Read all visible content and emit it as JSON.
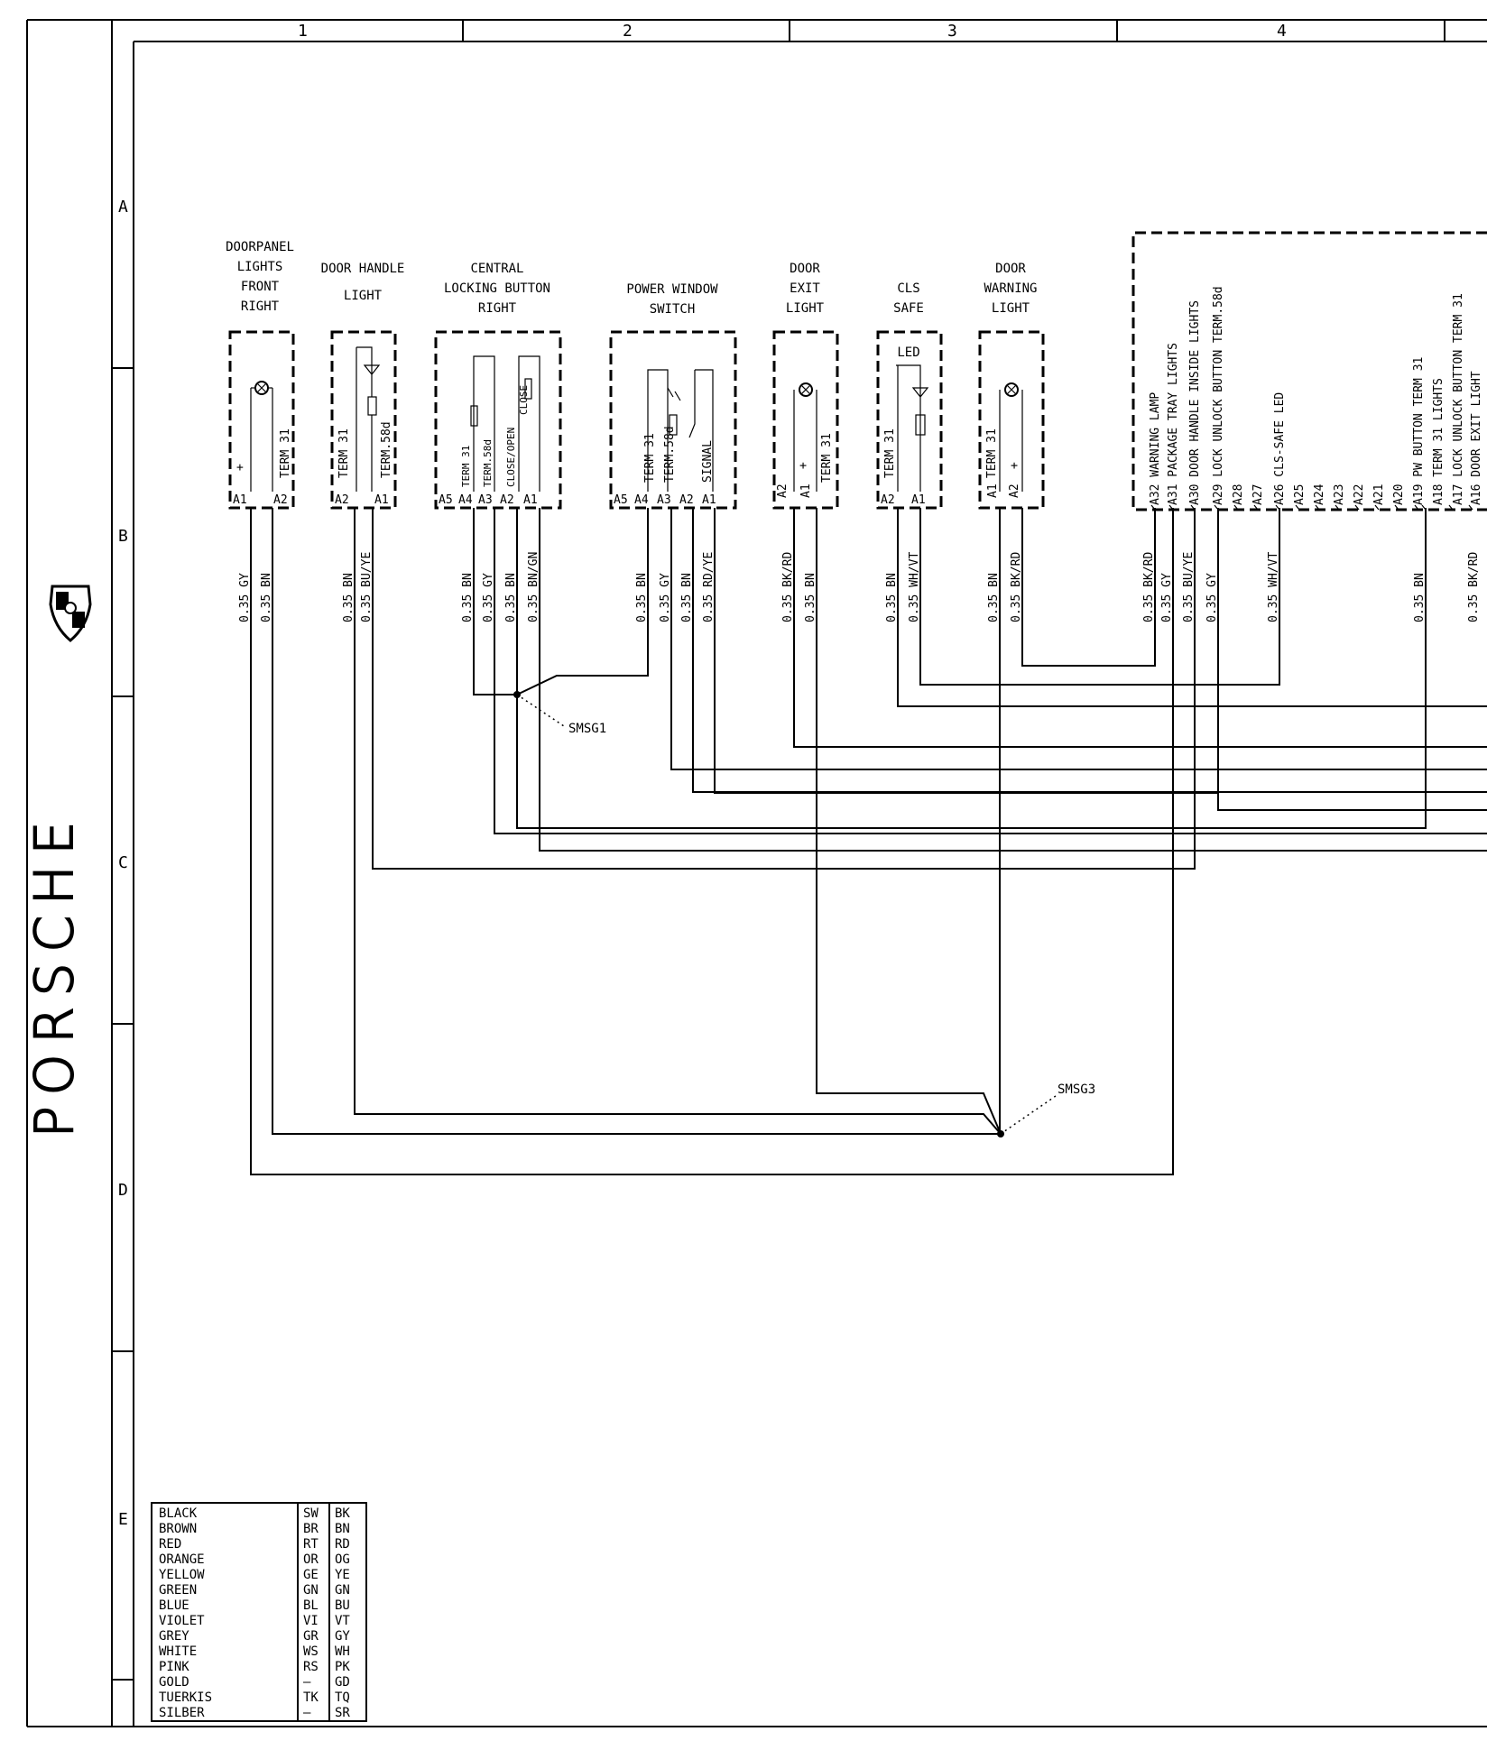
{
  "grid": {
    "columns": [
      "1",
      "2",
      "3",
      "4"
    ],
    "rows": [
      "A",
      "B",
      "C",
      "D",
      "E"
    ]
  },
  "brand": {
    "wordmark": "PORSCHE",
    "crest": "porsche-crest"
  },
  "components": [
    {
      "title": [
        "DOORPANEL",
        "LIGHTS",
        "FRONT",
        "RIGHT"
      ],
      "pins": [
        "A1",
        "A2"
      ],
      "terms": [
        "+",
        "TERM 31"
      ]
    },
    {
      "title": [
        "DOOR HANDLE",
        "",
        "LIGHT"
      ],
      "pins": [
        "A2",
        "A1"
      ],
      "terms": [
        "TERM 31",
        "TERM.58d"
      ]
    },
    {
      "title": [
        "CENTRAL",
        "LOCKING BUTTON",
        "RIGHT"
      ],
      "pins": [
        "A5",
        "A4",
        "A3",
        "A2",
        "A1"
      ],
      "terms": [
        "TERM 31",
        "TERM.58d",
        "CLOSE/OPEN",
        "CLOSE"
      ]
    },
    {
      "title": [
        "POWER WINDOW",
        "SWITCH"
      ],
      "pins": [
        "A5",
        "A4",
        "A3",
        "A2",
        "A1"
      ],
      "terms": [
        "TERM 31",
        "TERM.58d",
        "SIGNAL"
      ]
    },
    {
      "title": [
        "DOOR",
        "EXIT",
        "LIGHT"
      ],
      "pins": [
        "A2",
        "A1"
      ],
      "terms": [
        "+",
        "TERM 31"
      ]
    },
    {
      "title": [
        "CLS",
        "SAFE"
      ],
      "pins": [
        "A2",
        "A1"
      ],
      "terms": [
        "TERM 31"
      ],
      "inner": "LED"
    },
    {
      "title": [
        "DOOR",
        "WARNING",
        "LIGHT"
      ],
      "pins": [
        "A1",
        "A2"
      ],
      "terms": [
        "TERM 31",
        "+"
      ]
    }
  ],
  "control_unit_pins": [
    {
      "pin": "A32",
      "label": "WARNING LAMP"
    },
    {
      "pin": "A31",
      "label": "PACKAGE TRAY  LIGHTS"
    },
    {
      "pin": "A30",
      "label": "DOOR HANDLE  INSIDE  LIGHTS"
    },
    {
      "pin": "A29",
      "label": "LOCK UNLOCK BUTTON TERM.58d"
    },
    {
      "pin": "A28",
      "label": ""
    },
    {
      "pin": "A27",
      "label": ""
    },
    {
      "pin": "A26",
      "label": "CLS-SAFE  LED"
    },
    {
      "pin": "A25",
      "label": ""
    },
    {
      "pin": "A24",
      "label": ""
    },
    {
      "pin": "A23",
      "label": ""
    },
    {
      "pin": "A22",
      "label": ""
    },
    {
      "pin": "A21",
      "label": ""
    },
    {
      "pin": "A20",
      "label": ""
    },
    {
      "pin": "A19",
      "label": "PW BUTTON  TERM 31"
    },
    {
      "pin": "A18",
      "label": "TERM 31 LIGHTS"
    },
    {
      "pin": "A17",
      "label": "LOCK UNLOCK BUTTON TERM 31"
    },
    {
      "pin": "A16",
      "label": "DOOR EXIT LIGHT"
    }
  ],
  "wire_labels": [
    "0.35 GY",
    "0.35 BN",
    "0.35 BN",
    "0.35 BU/YE",
    "0.35 BN",
    "0.35 GY",
    "0.35 BN",
    "0.35 BN/GN",
    "0.35 BN",
    "0.35 GY",
    "0.35 BN",
    "0.35 RD/YE",
    "0.35 BK/RD",
    "0.35 BN",
    "0.35 BN",
    "0.35 WH/VT",
    "0.35 BN",
    "0.35 BK/RD",
    "0.35 BK/RD",
    "0.35 GY",
    "0.35 BU/YE",
    "0.35 GY",
    "0.35 WH/VT",
    "0.35 BN",
    "0.35 BK/RD"
  ],
  "splices": [
    "SMSG1",
    "SMSG3"
  ],
  "legend": [
    [
      "BLACK",
      "SW",
      "BK"
    ],
    [
      "BROWN",
      "BR",
      "BN"
    ],
    [
      "RED",
      "RT",
      "RD"
    ],
    [
      "ORANGE",
      "OR",
      "OG"
    ],
    [
      "YELLOW",
      "GE",
      "YE"
    ],
    [
      "GREEN",
      "GN",
      "GN"
    ],
    [
      "BLUE",
      "BL",
      "BU"
    ],
    [
      "VIOLET",
      "VI",
      "VT"
    ],
    [
      "GREY",
      "GR",
      "GY"
    ],
    [
      "WHITE",
      "WS",
      "WH"
    ],
    [
      "PINK",
      "RS",
      "PK"
    ],
    [
      "GOLD",
      "—",
      "GD"
    ],
    [
      "TUERKIS",
      "TK",
      "TQ"
    ],
    [
      "SILBER",
      "—",
      "SR"
    ]
  ]
}
